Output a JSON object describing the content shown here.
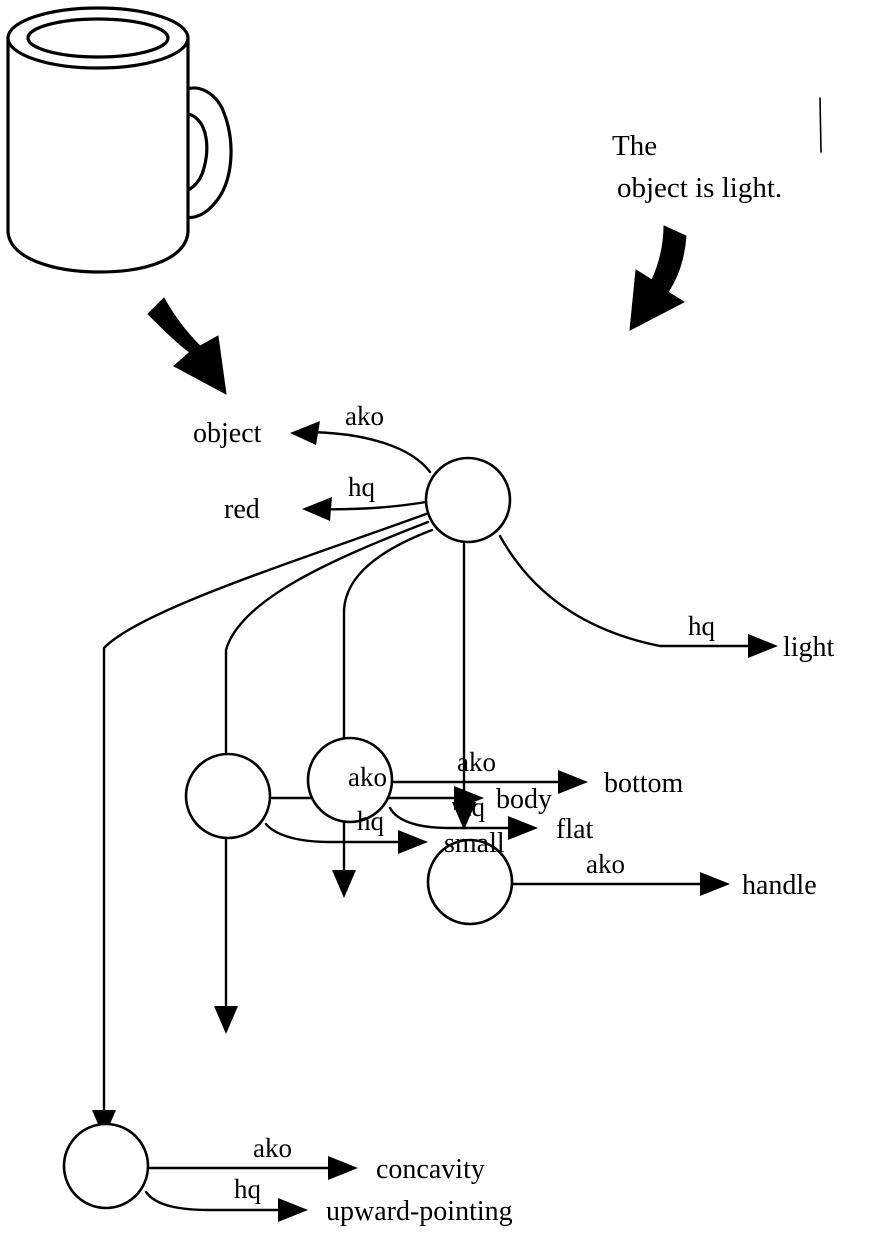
{
  "caption": {
    "line1": "The",
    "line2": "object is light."
  },
  "icons": {
    "mug": "mug-icon",
    "input_arrow_left": "fat-curved-arrow-icon",
    "input_arrow_right": "fat-curved-arrow-icon"
  },
  "root_edges": {
    "object": {
      "relation": "ako",
      "target": "object"
    },
    "red": {
      "relation": "hq",
      "target": "red"
    },
    "light": {
      "relation": "hq",
      "target": "light"
    }
  },
  "parts": {
    "handle": {
      "ako_label": "ako",
      "ako_target": "handle"
    },
    "bottom": {
      "ako_label": "ako",
      "ako_target": "bottom",
      "hq_label": "hq",
      "hq_target": "flat"
    },
    "body": {
      "ako_label": "ako",
      "ako_target": "body",
      "hq_label": "hq",
      "hq_target": "small"
    },
    "concavity": {
      "ako_label": "ako",
      "ako_target": "concavity",
      "hq_label": "hq",
      "hq_target": "upward-pointing"
    }
  }
}
